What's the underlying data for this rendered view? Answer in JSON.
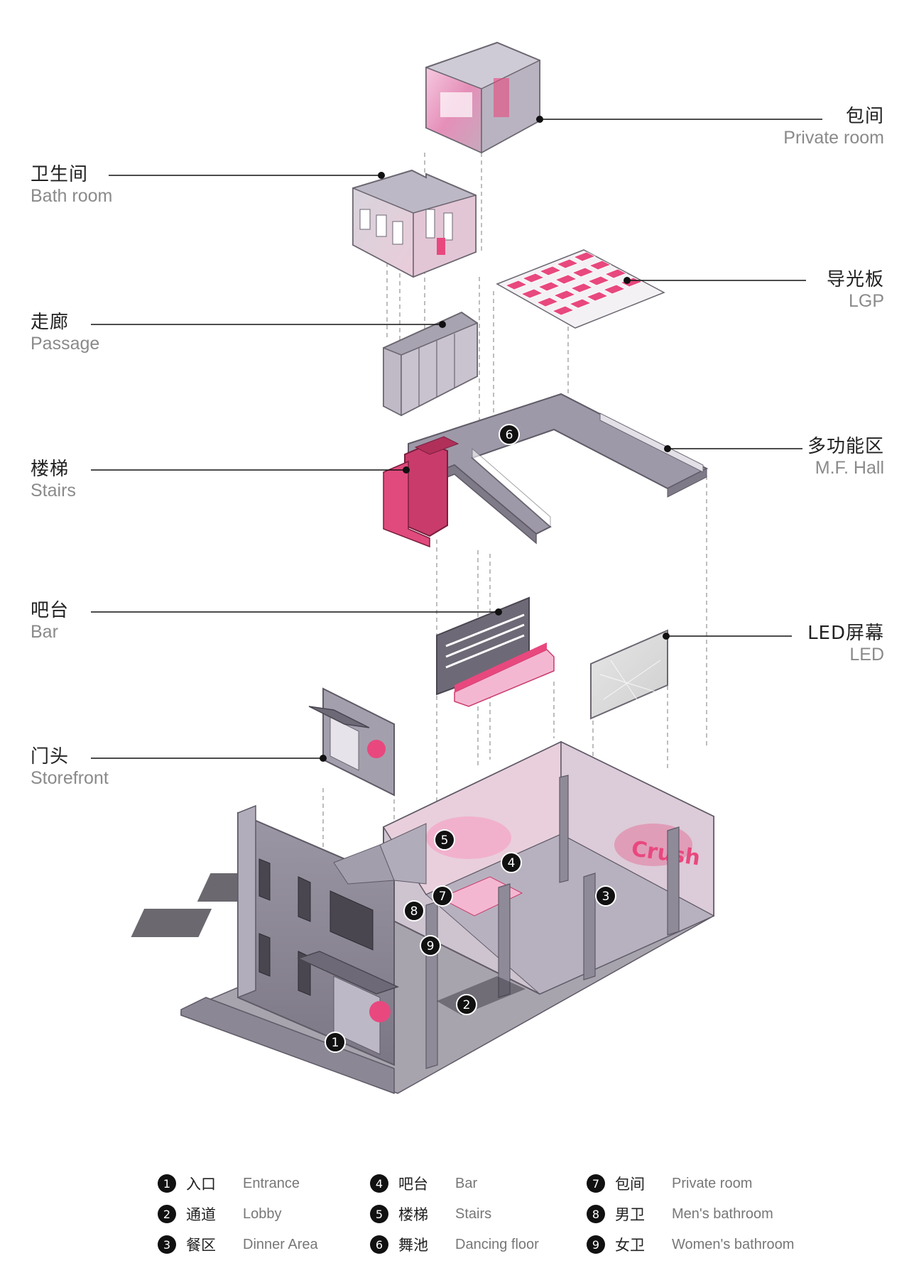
{
  "callouts": [
    {
      "id": "private-room",
      "zh": "包间",
      "en": "Private room",
      "side": "right"
    },
    {
      "id": "bathroom",
      "zh": "卫生间",
      "en": "Bath room",
      "side": "left"
    },
    {
      "id": "lgp",
      "zh": "导光板",
      "en": "LGP",
      "side": "right"
    },
    {
      "id": "passage",
      "zh": "走廊",
      "en": "Passage",
      "side": "left"
    },
    {
      "id": "mf-hall",
      "zh": "多功能区",
      "en": "M.F. Hall",
      "side": "right"
    },
    {
      "id": "stairs",
      "zh": "楼梯",
      "en": "Stairs",
      "side": "left"
    },
    {
      "id": "bar",
      "zh": "吧台",
      "en": "Bar",
      "side": "left"
    },
    {
      "id": "led",
      "zh": "LED屏幕",
      "en": "LED",
      "side": "right"
    },
    {
      "id": "storefront",
      "zh": "门头",
      "en": "Storefront",
      "side": "left"
    }
  ],
  "markers": [
    "1",
    "2",
    "3",
    "4",
    "5",
    "6",
    "7",
    "8",
    "9"
  ],
  "legend": [
    {
      "num": "1",
      "zh": "入口",
      "en": "Entrance"
    },
    {
      "num": "2",
      "zh": "通道",
      "en": "Lobby"
    },
    {
      "num": "3",
      "zh": "餐区",
      "en": "Dinner Area"
    },
    {
      "num": "4",
      "zh": "吧台",
      "en": "Bar"
    },
    {
      "num": "5",
      "zh": "楼梯",
      "en": "Stairs"
    },
    {
      "num": "6",
      "zh": "舞池",
      "en": "Dancing floor"
    },
    {
      "num": "7",
      "zh": "包间",
      "en": "Private room"
    },
    {
      "num": "8",
      "zh": "男卫",
      "en": "Men's bathroom"
    },
    {
      "num": "9",
      "zh": "女卫",
      "en": "Women's bathroom"
    }
  ],
  "signage": {
    "brand": "Crush"
  },
  "colors": {
    "accent": "#e8487e",
    "wall": "#8f8a98",
    "floor": "#a8a4ae",
    "line": "#111111",
    "dash": "#9a9a9a"
  }
}
